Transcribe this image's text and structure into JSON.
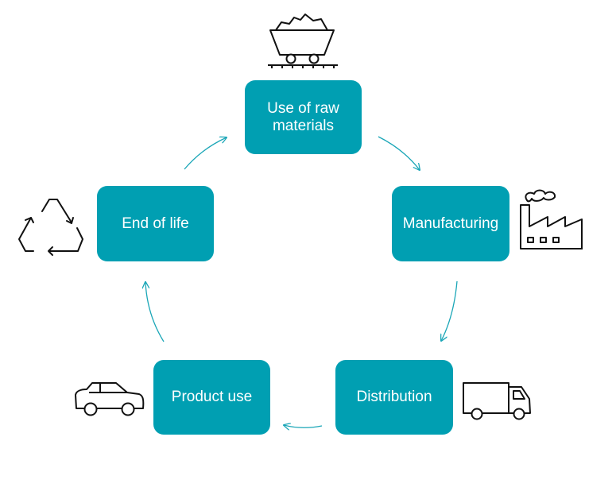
{
  "diagram": {
    "nodes": [
      {
        "id": "raw",
        "label": "Use of raw\nmaterials",
        "icon": "mine-cart-icon"
      },
      {
        "id": "mfg",
        "label": "Manufacturing",
        "icon": "factory-icon"
      },
      {
        "id": "dist",
        "label": "Distribution",
        "icon": "truck-icon"
      },
      {
        "id": "use",
        "label": "Product use",
        "icon": "car-icon"
      },
      {
        "id": "eol",
        "label": "End of life",
        "icon": "recycle-icon"
      }
    ],
    "edges": [
      {
        "from": "raw",
        "to": "mfg"
      },
      {
        "from": "mfg",
        "to": "dist"
      },
      {
        "from": "dist",
        "to": "use"
      },
      {
        "from": "use",
        "to": "eol"
      },
      {
        "from": "eol",
        "to": "raw"
      }
    ],
    "colors": {
      "node_fill": "#009fb2",
      "node_text": "#ffffff",
      "arrow": "#1aa6b7",
      "icon_stroke": "#111111"
    }
  }
}
